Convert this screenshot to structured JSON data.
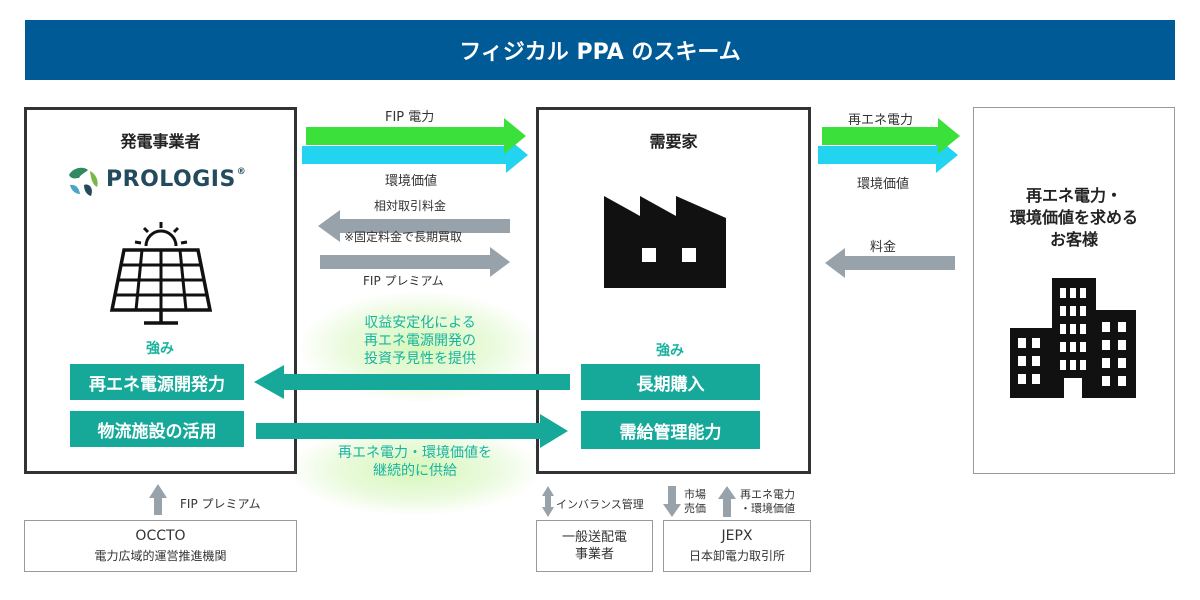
{
  "header": {
    "title": "フィジカル PPA のスキーム"
  },
  "generator": {
    "title": "発電事業者",
    "logo_text": "PROLOGIS",
    "logo_mark": "®",
    "strength_label": "強み",
    "strengths": [
      "再エネ電源開発力",
      "物流施設の活用"
    ]
  },
  "consumer": {
    "title": "需要家",
    "strength_label": "強み",
    "strengths": [
      "長期購入",
      "需給管理能力"
    ]
  },
  "customer": {
    "lines": [
      "再エネ電力・",
      "環境価値を求める",
      "お客様"
    ]
  },
  "flows": {
    "fip_power": "FIP 電力",
    "env_value_left": "環境価値",
    "contract_price": "相対取引料金",
    "fixed_price_note": "※固定料金で長期買取",
    "fip_premium_mid": "FIP プレミアム",
    "re_power_right": "再エネ電力",
    "env_value_right": "環境価値",
    "fee": "料金",
    "benefit_gen": [
      "収益安定化による",
      "再エネ電源開発の",
      "投資予見性を提供"
    ],
    "benefit_con": [
      "再エネ電力・環境価値を",
      "継続的に供給"
    ],
    "fip_premium_bottom": "FIP プレミアム",
    "imbalance": "インバランス管理",
    "market_price": [
      "市場",
      "売価"
    ],
    "re_env_value": [
      "再エネ電力",
      "・環境価値"
    ]
  },
  "bottom": {
    "occto": {
      "name": "OCCTO",
      "desc": "電力広域的運営推進機関"
    },
    "tdso": {
      "lines": [
        "一般送配電",
        "事業者"
      ]
    },
    "jepx": {
      "name": "JEPX",
      "desc": "日本卸電力取引所"
    }
  },
  "colors": {
    "banner": "#005a96",
    "teal": "#16a99a",
    "green_arrow": "#3be03b",
    "cyan_arrow": "#23d4f0",
    "gray_arrow": "#98a2ab"
  },
  "icons": [
    "solar-panel-icon",
    "factory-icon",
    "building-icon",
    "prologis-globe-icon"
  ]
}
